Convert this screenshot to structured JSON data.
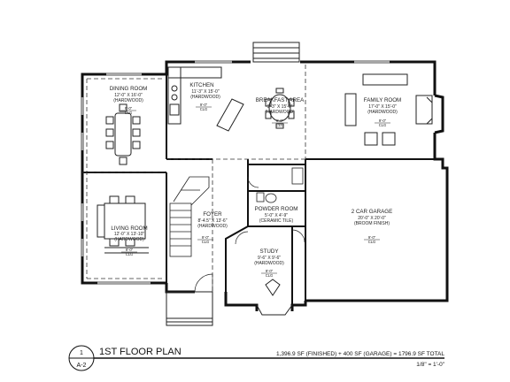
{
  "sheet": {
    "title": "1ST FLOOR PLAN",
    "detail_number": "1",
    "sheet_number": "A-2",
    "area_summary": "1,396.9 SF (FINISHED) + 400 SF (GARAGE) = 1796.9 SF TOTAL",
    "scale": "1/8\" = 1'-0\""
  },
  "rooms": [
    {
      "id": "dining",
      "name": "DINING ROOM",
      "dims": "12'-0\" X 16'-0\"",
      "finish": "(HARDWOOD)"
    },
    {
      "id": "kitchen",
      "name": "KITCHEN",
      "dims": "11'-3\" X 15'-0\"",
      "finish": "(HARDWOOD)"
    },
    {
      "id": "breakfast",
      "name": "BREAKFAST AREA",
      "dims": "9'-3\" X 15'-0\"",
      "finish": "(HARDWOOD)"
    },
    {
      "id": "family",
      "name": "FAMILY ROOM",
      "dims": "17'-0\" X 15'-0\"",
      "finish": "(HARDWOOD)"
    },
    {
      "id": "living",
      "name": "LIVING ROOM",
      "dims": "12'-0\" X 13'-10\"",
      "finish": "(HARDWOOD)"
    },
    {
      "id": "foyer",
      "name": "FOYER",
      "dims": "8'-4.5\" X 13'-6\"",
      "finish": "(HARDWOOD)"
    },
    {
      "id": "powder",
      "name": "POWDER ROOM",
      "dims": "5'-0\" X 4'-9\"",
      "finish": "(CERAMIC TILE)"
    },
    {
      "id": "study",
      "name": "STUDY",
      "dims": "9'-6\" X 9'-6\"",
      "finish": "(HARDWOOD)"
    },
    {
      "id": "garage",
      "name": "2 CAR GARAGE",
      "dims": "20'-0\" X 20'-0\"",
      "finish": "(BROOM FINISH)"
    }
  ],
  "ceiling_tags": [
    {
      "id": "kitchen",
      "text": "9'-0\"\nCLG"
    },
    {
      "id": "breakfast",
      "text": "9'-0\"\nCLG"
    },
    {
      "id": "family",
      "text": "9'-0\"\nCLG"
    },
    {
      "id": "dining",
      "text": "9'-0\"\nCLG"
    },
    {
      "id": "living",
      "text": "9'-0\"\nCLG"
    },
    {
      "id": "foyer",
      "text": "9'-0\"\nCLG"
    },
    {
      "id": "study",
      "text": "9'-0\"\nCLG"
    },
    {
      "id": "garage",
      "text": "9'-0\"\nCLG"
    }
  ]
}
